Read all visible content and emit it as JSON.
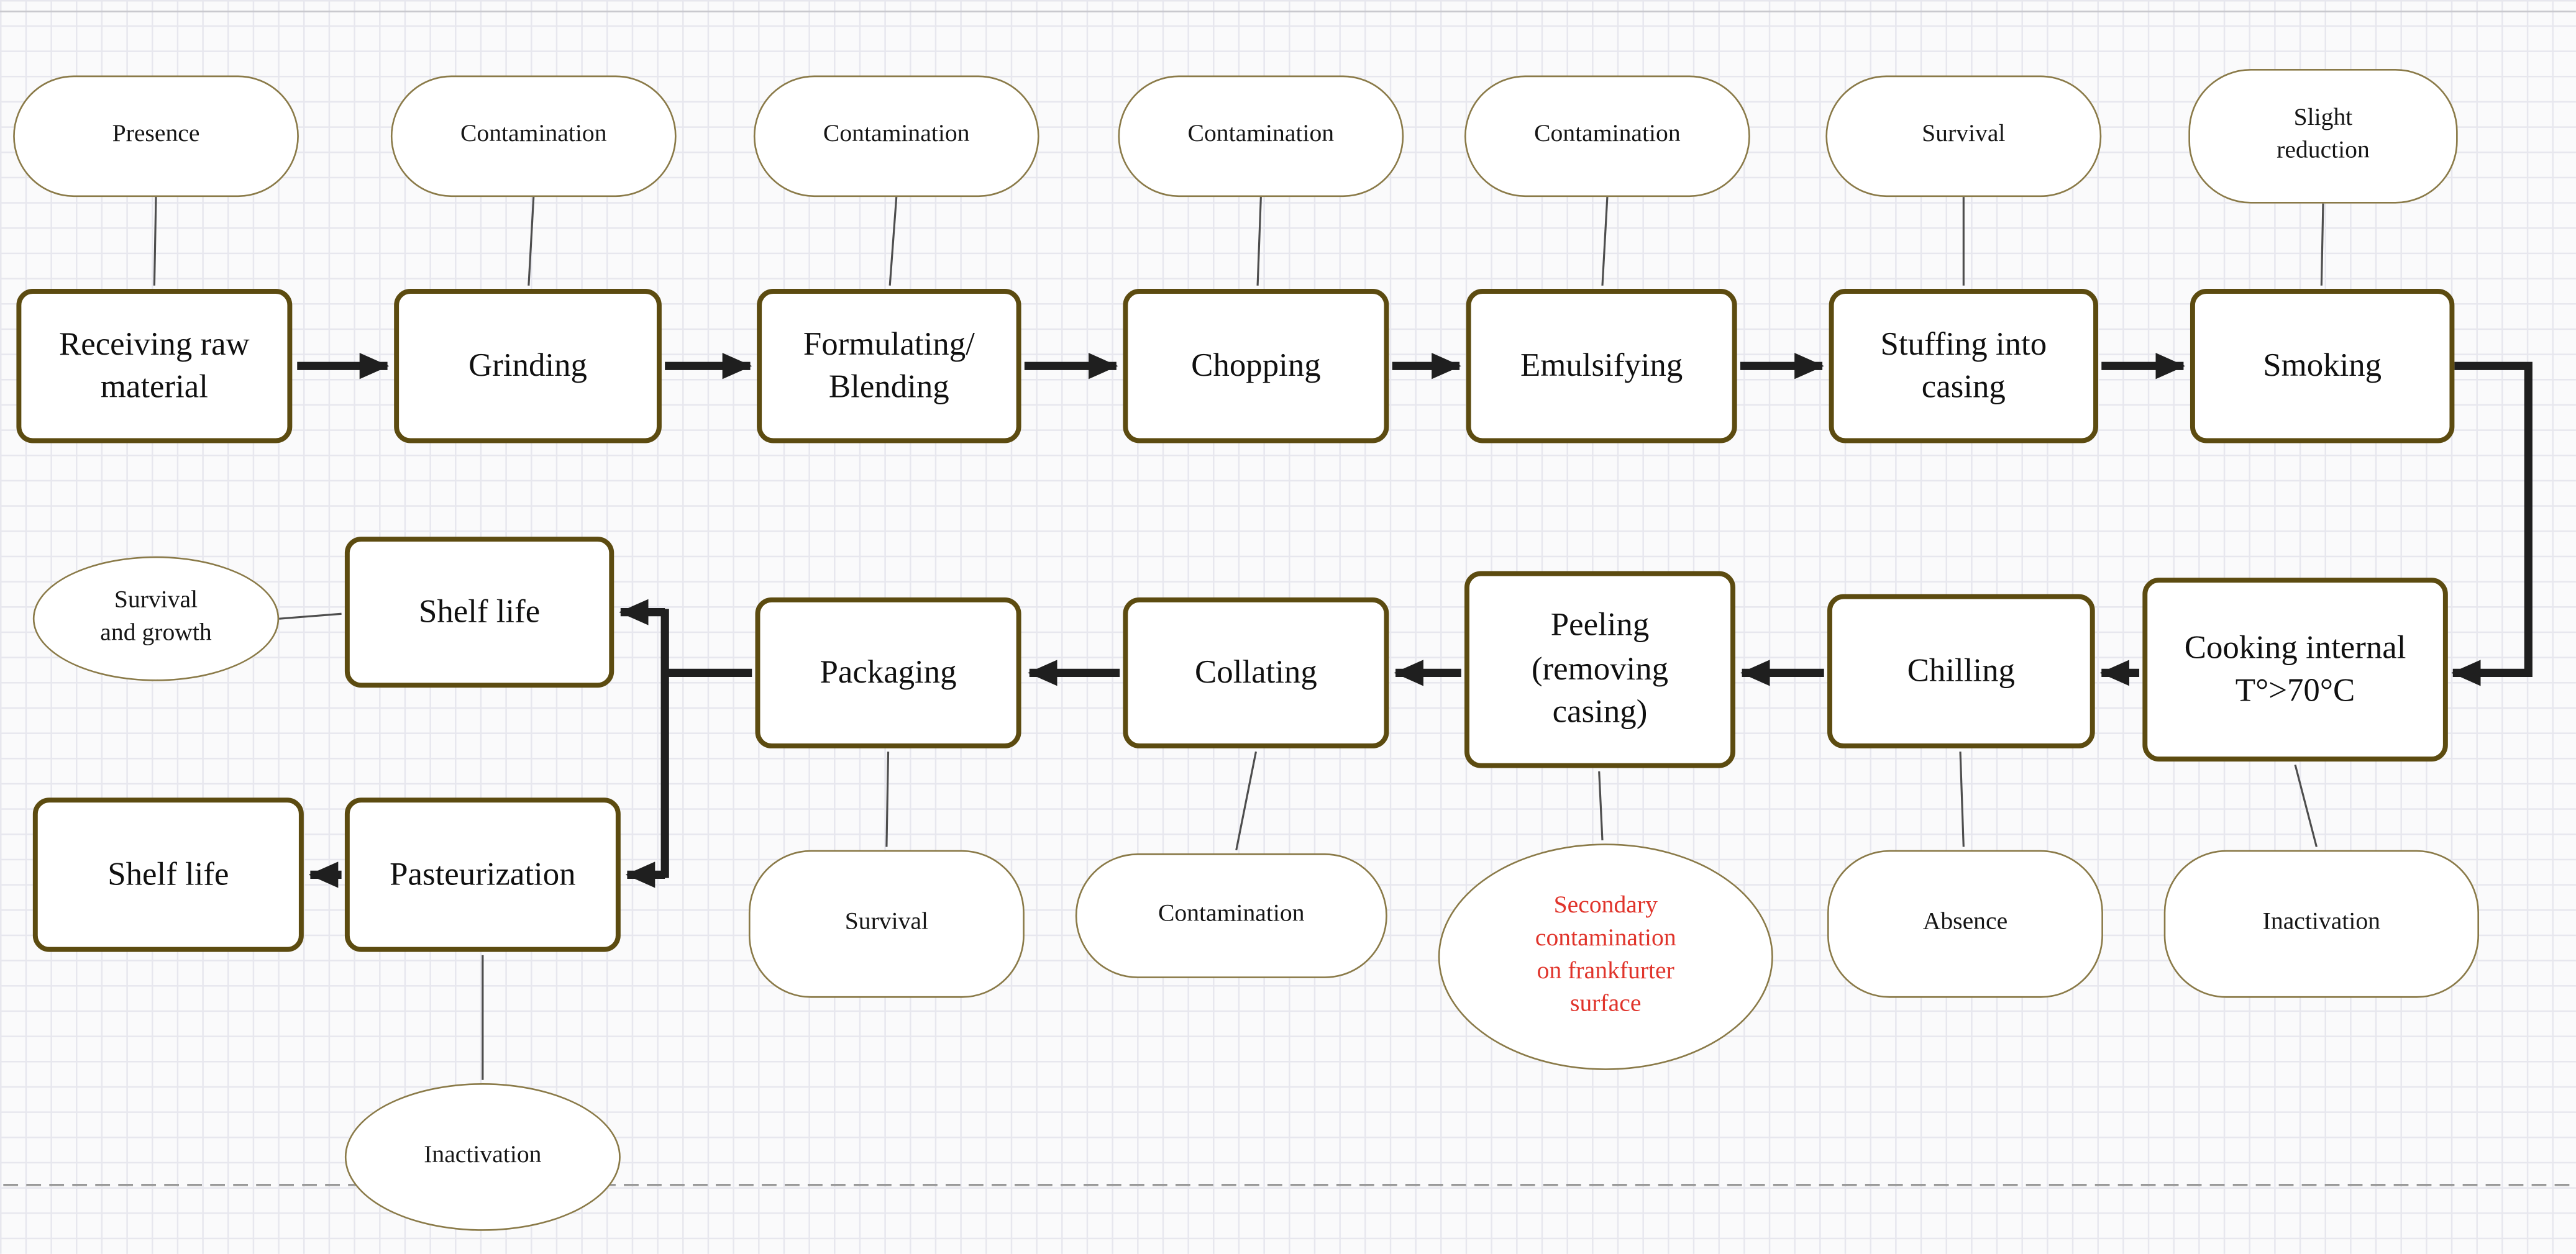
{
  "colors": {
    "box_border": "#5c4b10",
    "note_border": "#8a7a48",
    "arrow": "#1f1f1f",
    "connector": "#4d4d4d",
    "alert_text": "#e0342b",
    "grid_line": "#e7e7ee",
    "background": "#fafafb",
    "dashed_line": "#9a9a9a"
  },
  "nodes": {
    "receiving": {
      "label": "Receiving raw\nmaterial",
      "type": "process"
    },
    "grinding": {
      "label": "Grinding",
      "type": "process"
    },
    "formulating": {
      "label": "Formulating/\nBlending",
      "type": "process"
    },
    "chopping": {
      "label": "Chopping",
      "type": "process"
    },
    "emulsifying": {
      "label": "Emulsifying",
      "type": "process"
    },
    "stuffing": {
      "label": "Stuffing into\ncasing",
      "type": "process"
    },
    "smoking": {
      "label": "Smoking",
      "type": "process"
    },
    "cooking": {
      "label": "Cooking internal\nT°>70°C",
      "type": "process"
    },
    "chilling": {
      "label": "Chilling",
      "type": "process"
    },
    "peeling": {
      "label": "Peeling\n(removing\ncasing)",
      "type": "process"
    },
    "collating": {
      "label": "Collating",
      "type": "process"
    },
    "packaging": {
      "label": "Packaging",
      "type": "process"
    },
    "shelf_life_top": {
      "label": "Shelf life",
      "type": "process"
    },
    "pasteurization": {
      "label": "Pasteurization",
      "type": "process"
    },
    "shelf_life_bottom": {
      "label": "Shelf life",
      "type": "process"
    }
  },
  "annotations": {
    "presence": {
      "label": "Presence",
      "linked_to": "receiving"
    },
    "contamination_grinding": {
      "label": "Contamination",
      "linked_to": "grinding"
    },
    "contamination_formulating": {
      "label": "Contamination",
      "linked_to": "formulating"
    },
    "contamination_chopping": {
      "label": "Contamination",
      "linked_to": "chopping"
    },
    "contamination_emulsifying": {
      "label": "Contamination",
      "linked_to": "emulsifying"
    },
    "survival_stuffing": {
      "label": "Survival",
      "linked_to": "stuffing"
    },
    "slight_reduction": {
      "label": "Slight\nreduction",
      "linked_to": "smoking"
    },
    "inactivation_cooking": {
      "label": "Inactivation",
      "linked_to": "cooking"
    },
    "absence_chilling": {
      "label": "Absence",
      "linked_to": "chilling"
    },
    "secondary_contamination": {
      "label": "Secondary\ncontamination\non frankfurter\nsurface",
      "linked_to": "peeling",
      "alert": true
    },
    "contamination_collating": {
      "label": "Contamination",
      "linked_to": "collating"
    },
    "survival_packaging": {
      "label": "Survival",
      "linked_to": "packaging"
    },
    "survival_growth": {
      "label": "Survival\nand growth",
      "linked_to": "shelf_life_top"
    },
    "inactivation_pasteurization": {
      "label": "Inactivation",
      "linked_to": "pasteurization"
    }
  },
  "edges": [
    {
      "from": "receiving",
      "to": "grinding"
    },
    {
      "from": "grinding",
      "to": "formulating"
    },
    {
      "from": "formulating",
      "to": "chopping"
    },
    {
      "from": "chopping",
      "to": "emulsifying"
    },
    {
      "from": "emulsifying",
      "to": "stuffing"
    },
    {
      "from": "stuffing",
      "to": "smoking"
    },
    {
      "from": "smoking",
      "to": "cooking"
    },
    {
      "from": "cooking",
      "to": "chilling"
    },
    {
      "from": "chilling",
      "to": "peeling"
    },
    {
      "from": "peeling",
      "to": "collating"
    },
    {
      "from": "collating",
      "to": "packaging"
    },
    {
      "from": "packaging",
      "to": "shelf_life_top"
    },
    {
      "from": "packaging",
      "to": "pasteurization"
    },
    {
      "from": "pasteurization",
      "to": "shelf_life_bottom"
    }
  ]
}
